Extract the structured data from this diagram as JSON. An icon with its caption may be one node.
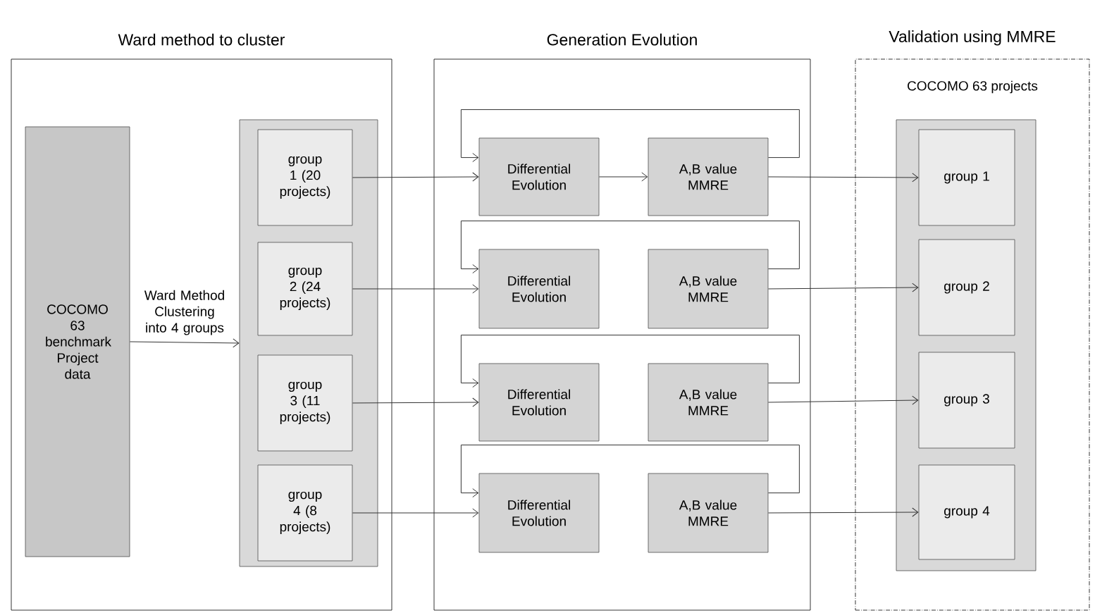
{
  "diagram": {
    "nodes": [
      {
        "text": [
          "Ward method to cluster"
        ]
      },
      {
        "text": [
          "COCOMO 63 benchmark Project data"
        ],
        "in": 0
      },
      {
        "text": [],
        "shape": "box",
        "in": 0
      },
      {
        "text": [
          "group 1 (20 projects)"
        ],
        "in": 2
      },
      {
        "text": [
          "group 2 (24 projects)"
        ],
        "in": 2
      },
      {
        "text": [
          "group 3 (11 projects)"
        ],
        "in": 2
      },
      {
        "text": [
          "group 4 (8 projects)"
        ],
        "in": 2
      },
      {
        "text": [
          "Generation Evolution"
        ]
      },
      {
        "text": [
          "Differential Evolution"
        ],
        "in": 7
      },
      {
        "text": [
          "A,B value MMRE"
        ],
        "in": 7
      },
      {
        "text": [
          "Differential Evolution"
        ],
        "in": 7
      },
      {
        "text": [
          "A,B value MMRE"
        ],
        "in": 7
      },
      {
        "text": [
          "Differential Evolution"
        ],
        "in": 7
      },
      {
        "text": [
          "A,B value MMRE"
        ],
        "in": 7
      },
      {
        "text": [
          "Differential Evolution"
        ],
        "in": 7
      },
      {
        "text": [
          "A,B value MMRE"
        ],
        "in": 7
      },
      {
        "text": [
          "Validation using MMRE",
          "COCOMO 63 projects"
        ]
      },
      {
        "text": [],
        "shape": "box",
        "in": 16
      },
      {
        "text": [
          "group 1"
        ],
        "in": 17
      },
      {
        "text": [
          "group 2"
        ],
        "in": 17
      },
      {
        "text": [
          "group 3"
        ],
        "in": 17
      },
      {
        "text": [
          "group 4"
        ],
        "in": 17
      }
    ],
    "edges": [
      {
        "from": 1,
        "to": 2,
        "arrow": "to",
        "label": "Ward Method Clustering into 4 groups"
      },
      {
        "from": 3,
        "to": 8,
        "arrow": "to"
      },
      {
        "from": 4,
        "to": 10,
        "arrow": "to"
      },
      {
        "from": 5,
        "to": 12,
        "arrow": "to"
      },
      {
        "from": 6,
        "to": 14,
        "arrow": "to"
      },
      {
        "from": 8,
        "to": 9,
        "arrow": "to"
      },
      {
        "from": 9,
        "to": 8,
        "arrow": "to"
      },
      {
        "from": 11,
        "to": 10,
        "arrow": "to"
      },
      {
        "from": 13,
        "to": 12,
        "arrow": "to"
      },
      {
        "from": 15,
        "to": 14,
        "arrow": "to"
      },
      {
        "from": 9,
        "to": 18,
        "arrow": "to"
      },
      {
        "from": 11,
        "to": 19,
        "arrow": "to"
      },
      {
        "from": 13,
        "to": 20,
        "arrow": "to"
      },
      {
        "from": 15,
        "to": 21,
        "arrow": "to"
      }
    ]
  }
}
